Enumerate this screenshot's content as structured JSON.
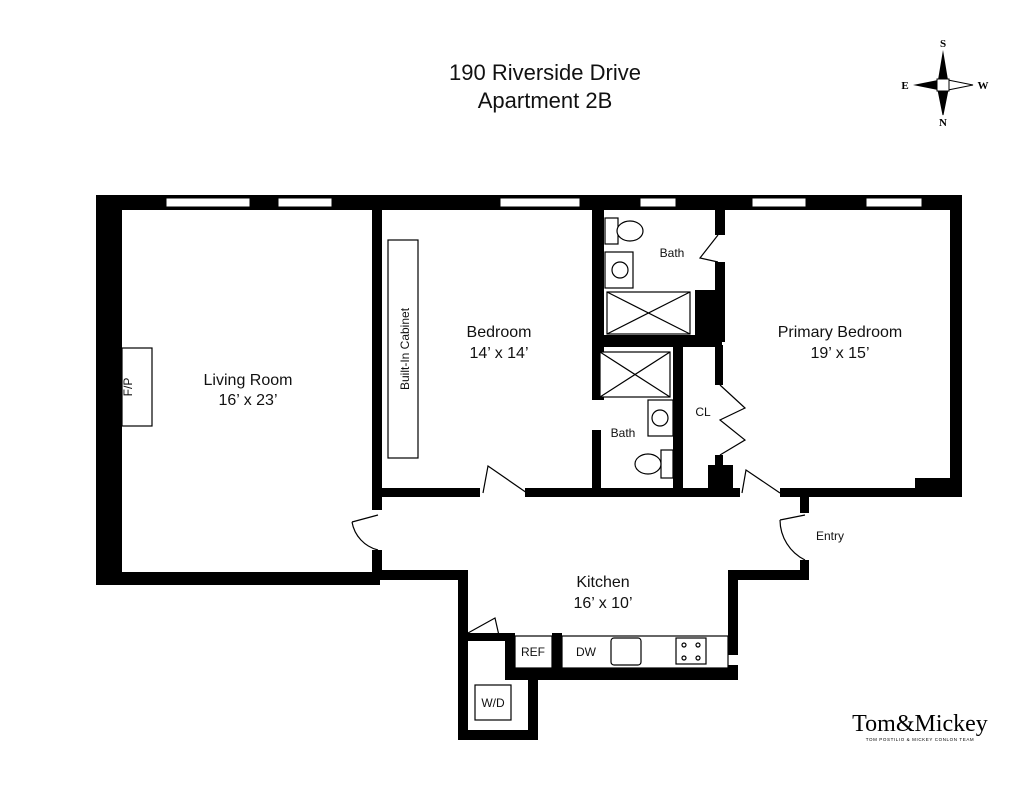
{
  "header": {
    "address": "190 Riverside Drive",
    "unit": "Apartment 2B"
  },
  "compass": {
    "north": "N",
    "south": "S",
    "east": "E",
    "west": "W"
  },
  "rooms": {
    "living": {
      "name": "Living Room",
      "size": "16’ x 23’"
    },
    "bedroom": {
      "name": "Bedroom",
      "size": "14’ x 14’"
    },
    "primary": {
      "name": "Primary Bedroom",
      "size": "19’ x 15’"
    },
    "kitchen": {
      "name": "Kitchen",
      "size": "16’ x 10’"
    },
    "bath1": {
      "name": "Bath"
    },
    "bath2": {
      "name": "Bath"
    },
    "closet": {
      "name": "CL"
    },
    "entry": {
      "name": "Entry"
    }
  },
  "fixtures": {
    "fireplace": "F/P",
    "cabinet": "Built-In Cabinet",
    "ref": "REF",
    "dw": "DW",
    "wd": "W/D"
  },
  "logo": {
    "brand": "Tom&Mickey",
    "tagline": "TOM POSTILIO & MICKEY CONLON TEAM"
  }
}
